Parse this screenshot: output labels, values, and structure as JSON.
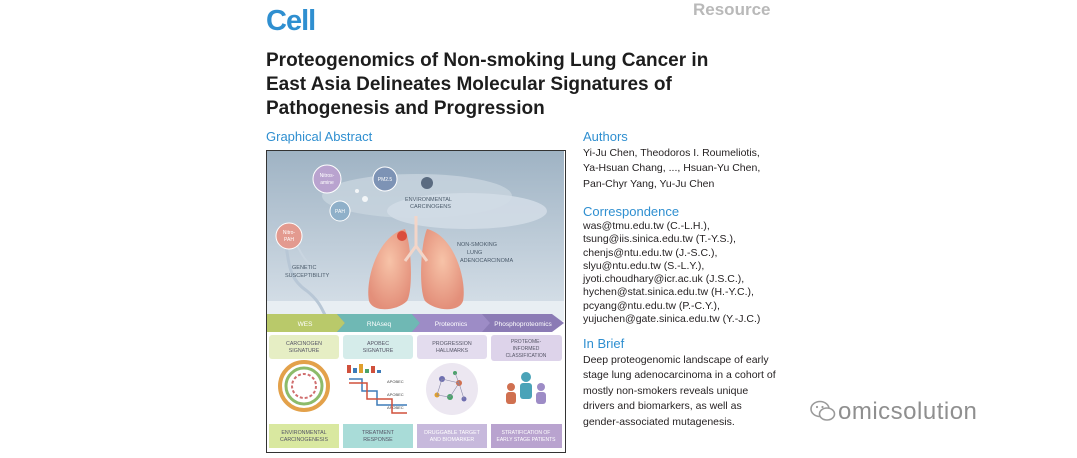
{
  "journal": "Cell",
  "section": "Resource",
  "title_lines": [
    "Proteogenomics of Non-smoking Lung Cancer in",
    "East Asia Delineates Molecular Signatures of",
    "Pathogenesis and Progression"
  ],
  "graphical_abstract": {
    "heading": "Graphical Abstract",
    "bubbles": [
      "Nitros-",
      "amine",
      "PAH",
      "Nitro-",
      "PAH",
      "PM2.5"
    ],
    "labels": {
      "env1": "ENVIRONMENTAL",
      "env2": "CARCINOGENS",
      "ns1": "NON-SMOKING",
      "ns2": "LUNG",
      "ns3": "ADENOCARCINOMA",
      "gen1": "GENETIC",
      "gen2": "SUSCEPTIBILITY"
    },
    "omics_tabs": [
      "WES",
      "RNAseq",
      "Proteomics",
      "Phosphoproteomics"
    ],
    "columns": [
      {
        "top1": "CARCINOGEN",
        "top2": "SIGNATURE",
        "top3": "",
        "bottom1": "ENVIRONMENTAL",
        "bottom2": "CARCINOGENESIS",
        "color": "#d9e8a0"
      },
      {
        "top1": "APOBEC",
        "top2": "SIGNATURE",
        "top3": "",
        "bottom1": "TREATMENT",
        "bottom2": "RESPONSE",
        "color": "#a9dcd8"
      },
      {
        "top1": "PROGRESSION",
        "top2": "HALLMARKS",
        "top3": "",
        "bottom1": "DRUGGABLE TARGET",
        "bottom2": "AND BIOMARKER",
        "color": "#c7b9dc"
      },
      {
        "top1": "PROTEOME-",
        "top2": "INFORMED",
        "top3": "CLASSIFICATION",
        "bottom1": "STRATIFICATION OF",
        "bottom2": "EARLY STAGE PATIENTS",
        "color": "#b9a3cf"
      }
    ],
    "apobec_labels": [
      "APOBEC",
      "APOBEC",
      "APOBEC"
    ]
  },
  "authors": {
    "heading": "Authors",
    "lines": [
      "Yi-Ju Chen, Theodoros I. Roumeliotis,",
      "Ya-Hsuan Chang, ..., Hsuan-Yu Chen,",
      "Pan-Chyr Yang, Yu-Ju Chen"
    ]
  },
  "correspondence": {
    "heading": "Correspondence",
    "lines": [
      "was@tmu.edu.tw (C.-L.H.),",
      "tsung@iis.sinica.edu.tw (T.-Y.S.),",
      "chenjs@ntu.edu.tw (J.-S.C.),",
      "slyu@ntu.edu.tw (S.-L.Y.),",
      "jyoti.choudhary@icr.ac.uk (J.S.C.),",
      "hychen@stat.sinica.edu.tw (H.-Y.C.),",
      "pcyang@ntu.edu.tw (P.-C.Y.),",
      "yujuchen@gate.sinica.edu.tw (Y.-J.C.)"
    ]
  },
  "in_brief": {
    "heading": "In Brief",
    "lines": [
      "Deep proteogenomic landscape of early",
      "stage lung adenocarcinoma in a cohort of",
      "mostly non-smokers reveals unique",
      "drivers and biomarkers, as well as",
      "gender-associated mutagenesis."
    ]
  },
  "watermark": "omicsolution"
}
